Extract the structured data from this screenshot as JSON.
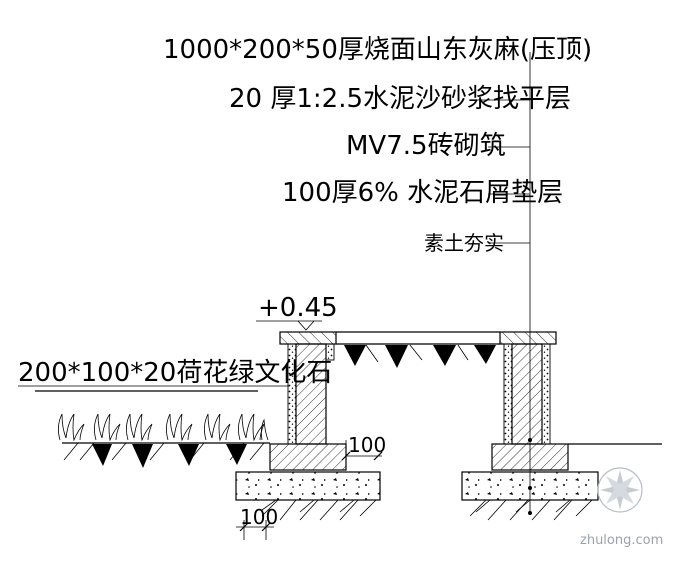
{
  "layers": [
    "1000*200*50厚烧面山东灰麻(压顶)",
    "20 厚1:2.5水泥沙砂浆找平层",
    "MV7.5砖砌筑",
    "100厚6% 水泥石屑垫层",
    "素土夯实"
  ],
  "elevation": "+0.45",
  "cap_tile": "200*100*20荷花绿文化石",
  "dim_right": "100",
  "dim_bottom": "100",
  "watermark": "zhulong.com",
  "colors": {
    "line": "#000000",
    "watermark": "#9aa3ad"
  }
}
